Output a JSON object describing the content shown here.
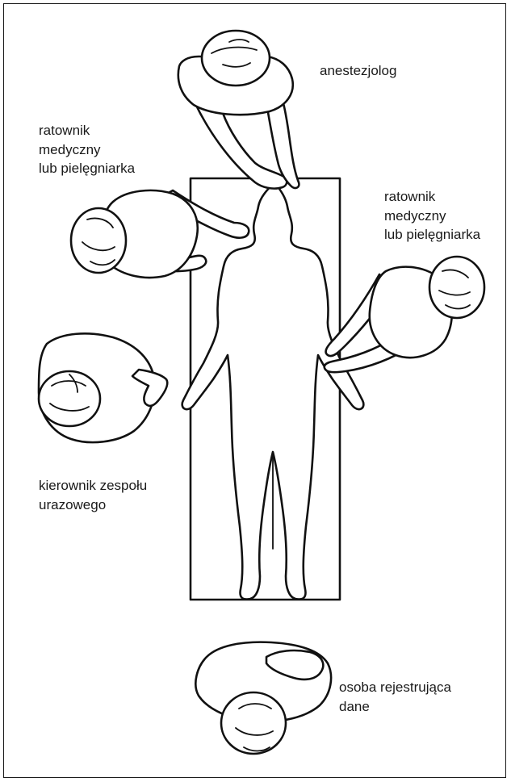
{
  "labels": {
    "anesthesiologist": "anestezjolog",
    "paramedic_left": "ratownik\nmedyczny\nlub pielęgniarka",
    "paramedic_right": "ratownik\nmedyczny\nlub pielęgniarka",
    "team_leader": "kierownik zespołu\nurazowego",
    "recorder": "osoba rejestrująca\ndane"
  }
}
